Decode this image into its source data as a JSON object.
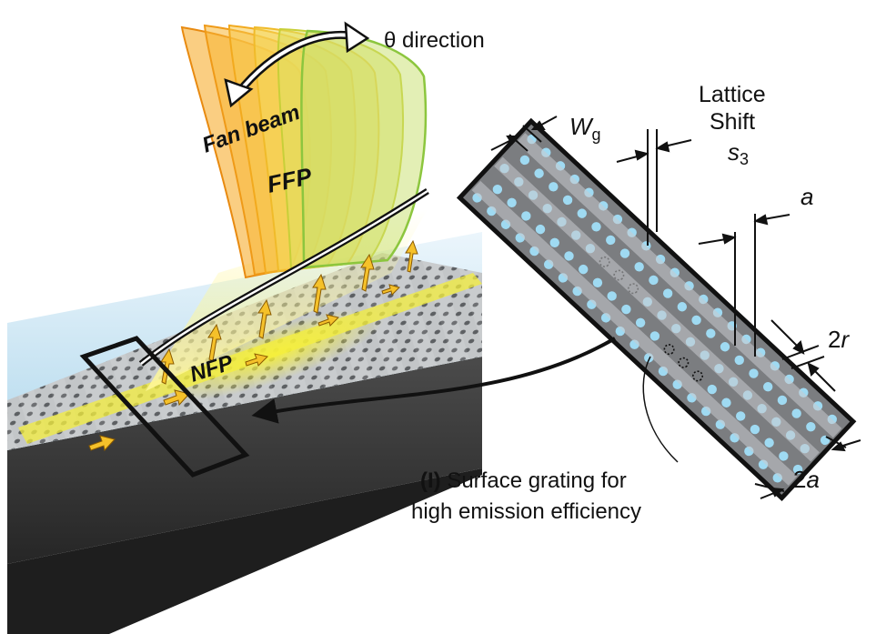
{
  "labels": {
    "theta_direction": "θ direction",
    "fan_beam": "Fan beam",
    "ffp": "FFP",
    "nfp": "NFP",
    "wg_main": "W",
    "wg_sub": "g",
    "lattice": "Lattice",
    "shift": "Shift",
    "s3_main": "s",
    "s3_sub": "3",
    "a": "a",
    "two_r_num": "2",
    "two_r_var": "r",
    "two_a_num": "2",
    "two_a_var": "a",
    "caption_marker": "(I)",
    "caption_line1_rest": " Surface grating for",
    "caption_line2": "high emission efficiency"
  },
  "colors": {
    "substrate": "#3a3a3a",
    "cladding": "#b9dcec",
    "grating_surface": "#bfc2c4",
    "grating_strip": "#8a8c8e",
    "hole": "#9fdaf2",
    "waveguide_glow": "#f3ee3c",
    "arrow_yellow": "#f5c12a",
    "ffp_orange": "#f29b1d",
    "ffp_green": "#8cc63e",
    "outline": "#111111"
  }
}
